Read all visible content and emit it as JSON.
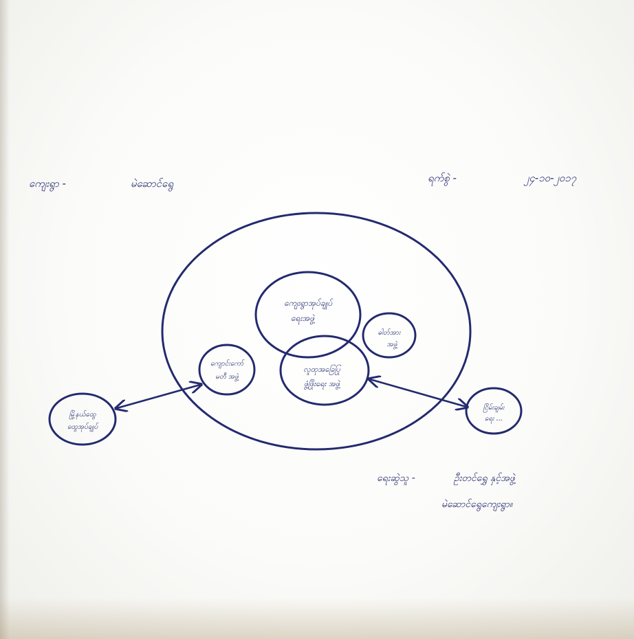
{
  "header": {
    "village_label": "ကျေးရွာ -",
    "village_value": "မဲဆောင်ရွေ",
    "date_label": "ရက်စွဲ -",
    "date_value": "၂၄-၁၀-၂၀၁၇"
  },
  "diagram": {
    "core_label_line1": "ကျေးရွာအုပ်ချုပ်",
    "core_label_line2": "ရေးအဖွဲ့",
    "small_right_line1": "ဓါတ်အား",
    "small_right_line2": "အဖွဲ့",
    "middle_line1": "လူထုအခြေပြု",
    "middle_line2": "ဖွံ့ဖြိုးရေး အဖွဲ့",
    "left_inner_line1": "ကျောင်းကော်",
    "left_inner_line2": "မတီ အဖွဲ့",
    "outer_left_line1": "မြို့နယ်ထွေ",
    "outer_left_line2": "ထွေအုပ်ချုပ်",
    "outer_right_line1": "ငြိမ်းချမ်း",
    "outer_right_line2": "ရေး ...",
    "stroke_color": "#232a6e"
  },
  "footer": {
    "drawn_by_label": "ရေးဆွဲသူ -",
    "drawn_by_value": "ဦးတင်ရွှေ နှင့်အဖွဲ့",
    "village_line": "မဲဆောင်ရွေကျေးရွာ။"
  }
}
